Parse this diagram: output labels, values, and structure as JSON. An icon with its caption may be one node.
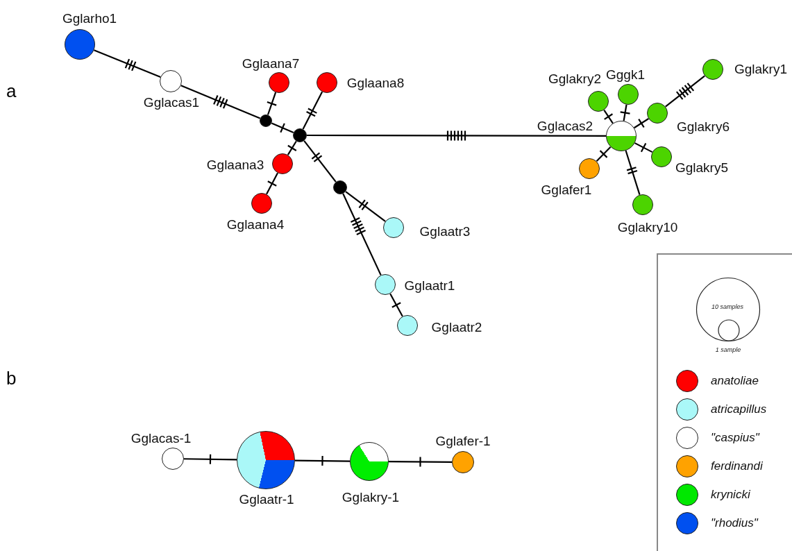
{
  "diagram": {
    "nodes": [
      {
        "text": [
          "Gglarho1"
        ]
      },
      {
        "text": [
          "Gglacas1"
        ]
      },
      {
        "text": [],
        "shape": "circle"
      },
      {
        "text": [],
        "shape": "circle"
      },
      {
        "text": [
          "Gglaana7"
        ]
      },
      {
        "text": [
          "Gglaana8"
        ]
      },
      {
        "text": [
          "Gglaana3"
        ]
      },
      {
        "text": [
          "Gglaana4"
        ]
      },
      {
        "text": [],
        "shape": "circle"
      },
      {
        "text": [
          "Gglaatr3"
        ]
      },
      {
        "text": [
          "Gglaatr1"
        ]
      },
      {
        "text": [
          "Gglaatr2"
        ]
      },
      {
        "text": [
          "Gglacas2"
        ]
      },
      {
        "text": [
          "Gglakry2"
        ]
      },
      {
        "text": [
          "Gggk1"
        ]
      },
      {
        "text": [
          "Gglakry6"
        ]
      },
      {
        "text": [
          "Gglakry1"
        ]
      },
      {
        "text": [
          "Gglakry5"
        ]
      },
      {
        "text": [
          "Gglafer1"
        ]
      },
      {
        "text": [
          "Gglakry10"
        ]
      },
      {
        "text": [
          "Gglacas-1"
        ]
      },
      {
        "text": [
          "Gglaatr-1"
        ]
      },
      {
        "text": [
          "Gglakry-1"
        ]
      },
      {
        "text": [
          "Gglafer-1"
        ]
      }
    ],
    "edges": [
      {
        "from": 0,
        "to": 1,
        "arrow": "none"
      },
      {
        "from": 1,
        "to": 2,
        "arrow": "none"
      },
      {
        "from": 2,
        "to": 3,
        "arrow": "none"
      },
      {
        "from": 2,
        "to": 4,
        "arrow": "none"
      },
      {
        "from": 3,
        "to": 5,
        "arrow": "none"
      },
      {
        "from": 3,
        "to": 6,
        "arrow": "none"
      },
      {
        "from": 6,
        "to": 7,
        "arrow": "none"
      },
      {
        "from": 3,
        "to": 8,
        "arrow": "none"
      },
      {
        "from": 8,
        "to": 9,
        "arrow": "none"
      },
      {
        "from": 8,
        "to": 10,
        "arrow": "none"
      },
      {
        "from": 10,
        "to": 11,
        "arrow": "none"
      },
      {
        "from": 3,
        "to": 12,
        "arrow": "none"
      },
      {
        "from": 12,
        "to": 13,
        "arrow": "none"
      },
      {
        "from": 12,
        "to": 14,
        "arrow": "none"
      },
      {
        "from": 12,
        "to": 15,
        "arrow": "none"
      },
      {
        "from": 15,
        "to": 16,
        "arrow": "none"
      },
      {
        "from": 12,
        "to": 17,
        "arrow": "none"
      },
      {
        "from": 12,
        "to": 18,
        "arrow": "none"
      },
      {
        "from": 12,
        "to": 19,
        "arrow": "none"
      },
      {
        "from": 20,
        "to": 21,
        "arrow": "none"
      },
      {
        "from": 21,
        "to": 22,
        "arrow": "none"
      },
      {
        "from": 22,
        "to": 23,
        "arrow": "none"
      }
    ],
    "labels": [
      "a",
      "b",
      "10 samples",
      "1 sample"
    ],
    "legend": [
      {
        "text": "anatoliae",
        "color": "#ff0000"
      },
      {
        "text": "atricapillus",
        "color": "#aaf8f8"
      },
      {
        "text": "\"caspius\"",
        "color": "#ffffff"
      },
      {
        "text": "ferdinandi",
        "color": "#ffa200"
      },
      {
        "text": "krynicki",
        "color": "#00e800"
      },
      {
        "text": "\"rhodius\"",
        "color": "#0050f0"
      }
    ]
  }
}
